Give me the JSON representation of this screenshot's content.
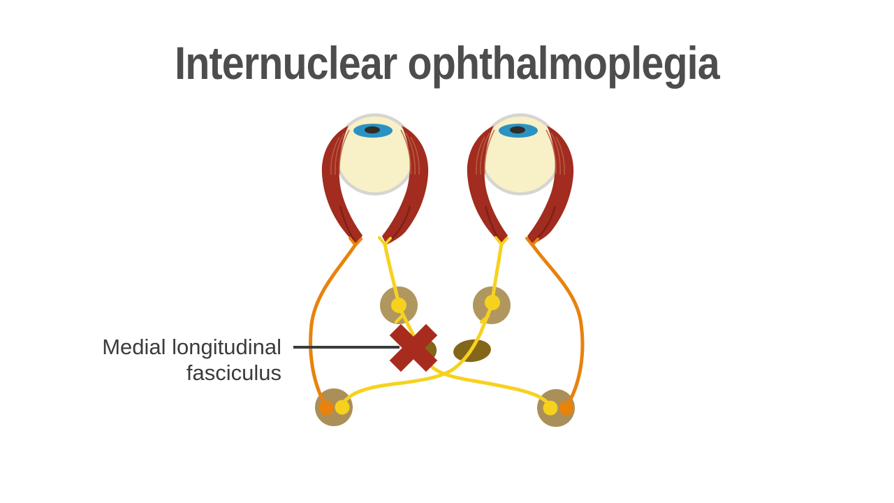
{
  "title": "Internuclear ophthalmoplegia",
  "annotation": {
    "label_line1": "Medial longitudinal",
    "label_line2": "fasciculus"
  },
  "colors": {
    "background": "#ffffff",
    "title_text": "#4d4d4d",
    "label_text": "#3b3b3b",
    "leader_line": "#3b3b3b",
    "eyeball_sclera": "#f8f0c7",
    "eyeball_outline": "#d7d5d1",
    "iris": "#2b93c3",
    "pupil": "#312d27",
    "rectus_muscle": "#a12c1f",
    "muscle_shadow": "#7c1f16",
    "muscle_striation": "#bd6047",
    "medial_rectus_pathway_yellow": "#f6d21f",
    "lateral_rectus_pathway_orange": "#e8820e",
    "oculomotor_nucleus": "#b09760",
    "abducens_nucleus": "#aa8f58",
    "brainstem_structure_olive": "#82661a",
    "lesion_cross": "#a82c1d"
  }
}
